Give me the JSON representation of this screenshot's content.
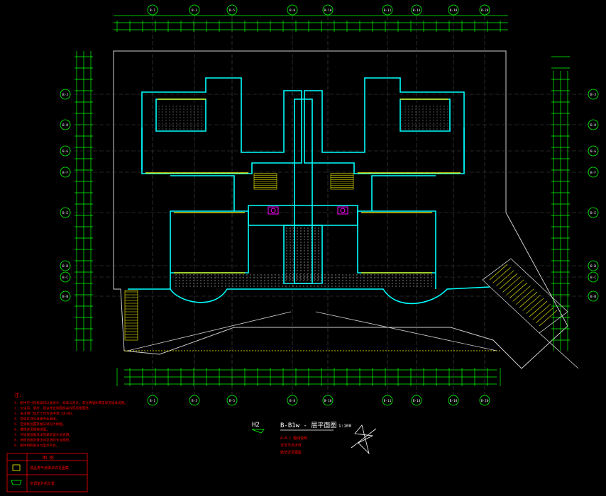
{
  "drawing": {
    "title": "B-B1w - 层平面图",
    "scale": "1:100",
    "level_mark": "H2",
    "notes_header": "注:",
    "notes": [
      "1. 图中尺寸及标高均以毫米计，标高以米计，未注明墙体厚度详见墙体说明。",
      "2. 卫生间、厨房、阳台等处地面标高较同层楼面低。",
      "3. 未注明门垛尺寸均为墙中至门边100。",
      "4. 管道井详见设备专业图纸。",
      "5. 空调板位置及做法详见大样图。",
      "6. 楼梯详见楼梯详图。",
      "7. 外墙保温做法详见建筑设计总说明。",
      "8. 消防设施及做法详见消防专业图纸。",
      "9. 图中阴影部分为室外平台。"
    ],
    "legend_header": "图 例",
    "legend_rows": [
      "成品排气道做法详见图集",
      "空调室外机位置"
    ],
    "stamp_lines": [
      "A-B-C 轴线说明",
      "详见节点大样",
      "做法详见图集"
    ]
  },
  "grid_top": [
    "B-1",
    "B-3",
    "B-5",
    "B-8",
    "B-10",
    "B-11",
    "B-14",
    "B-18",
    "B-20"
  ],
  "grid_left": [
    "B-J",
    "B-H",
    "B-G",
    "B-F",
    "B-E",
    "B-D",
    "B-C",
    "B-B"
  ],
  "grid_right": [
    "B-J",
    "B-H",
    "B-G",
    "B-F",
    "B-E",
    "B-D",
    "B-C",
    "B-B"
  ],
  "grid_bottom": [
    "B-1",
    "B-3",
    "B-5",
    "B-8",
    "B-10",
    "B-11",
    "B-14",
    "B-18",
    "B-20"
  ],
  "colors": {
    "background": "#000000",
    "wall": "#00ffff",
    "dimension": "#00ff00",
    "axis": "#ffffff",
    "note": "#ff0000",
    "hatch": "#c0c0c0",
    "highlight": "#ffff00",
    "accent": "#ff00ff"
  }
}
